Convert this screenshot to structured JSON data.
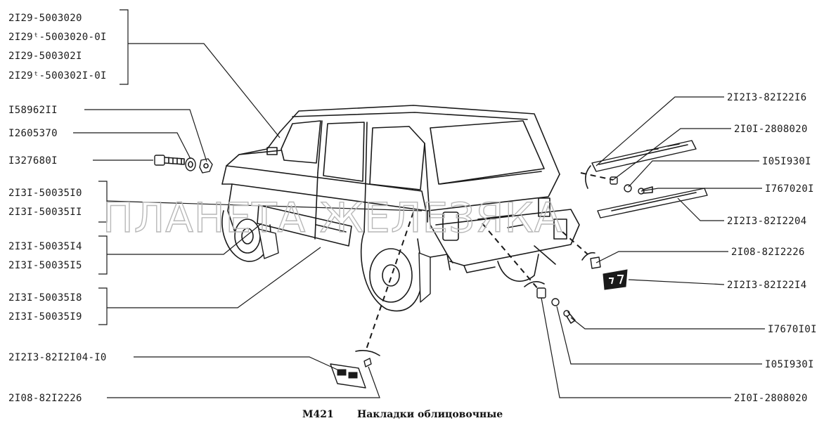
{
  "caption": {
    "code": "M421",
    "title": "Накладки облицовочные"
  },
  "watermark": "ПЛАНЕТА ЖЕЛЕЗЯКА",
  "labels": {
    "left": [
      "2I29-5003020",
      "2I29ᵗ-5003020-0I",
      "2I29-500302I",
      "2I29ᵗ-500302I-0I",
      "I58962II",
      "I2605370",
      "I327680I",
      "2I3I-50035I0",
      "2I3I-50035II",
      "2I3I-50035I4",
      "2I3I-50035I5",
      "2I3I-50035I8",
      "2I3I-50035I9",
      "2I2I3-82I2I04-I0",
      "2I08-82I2226"
    ],
    "right": [
      "2I2I3-82I22I6",
      "2I0I-2808020",
      "I05I930I",
      "I767020I",
      "2I2I3-82I2204",
      "2I08-82I2226",
      "2I2I3-82I22I4",
      "I7670I0I",
      "I05I930I",
      "2I0I-2808020"
    ]
  }
}
